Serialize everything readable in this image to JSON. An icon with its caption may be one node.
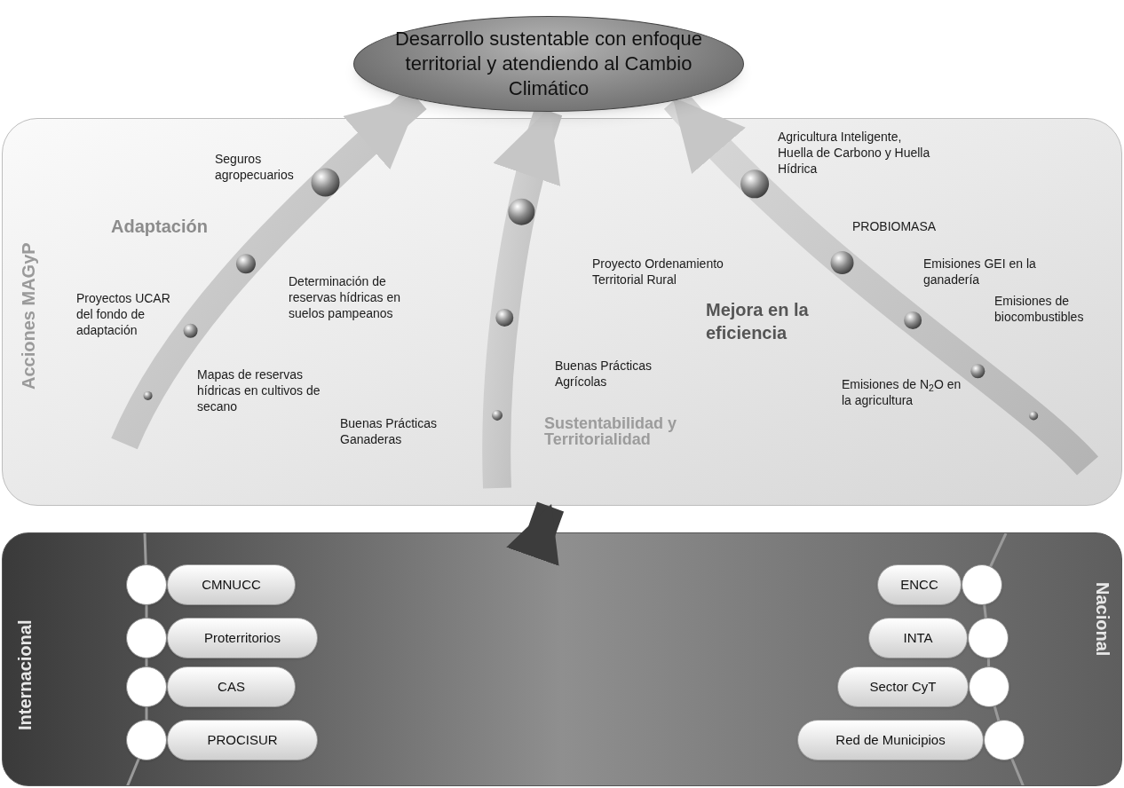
{
  "diagram": {
    "nodes": [
      {
        "text": [
          "Desarrollo sustentable con enfoque territorial y atendiendo al Cambio Climático"
        ]
      },
      {
        "text": [
          "Acciones MAGyP"
        ]
      },
      {
        "text": [
          "Internacional",
          "Nacional"
        ]
      },
      {
        "text": [
          "CMNUCC"
        ],
        "in": 2
      },
      {
        "text": [
          "Proterritorios"
        ],
        "in": 2
      },
      {
        "text": [
          "CAS"
        ],
        "in": 2
      },
      {
        "text": [
          "PROCISUR"
        ],
        "in": 2
      },
      {
        "text": [
          "ENCC"
        ],
        "in": 2
      },
      {
        "text": [
          "INTA"
        ],
        "in": 2
      },
      {
        "text": [
          "Sector CyT"
        ],
        "in": 2
      },
      {
        "text": [
          "Red de Municipios"
        ],
        "in": 2
      }
    ],
    "edges": [
      {
        "from": 1,
        "to": 0,
        "arrow": "to"
      },
      {
        "from": 1,
        "to": 0,
        "arrow": "to"
      },
      {
        "from": 1,
        "to": 0,
        "arrow": "to"
      },
      {
        "from": 2,
        "to": 1,
        "arrow": "to",
        "color": "#3c3c3c"
      }
    ],
    "labels": [
      "Agricultura Inteligente, Huella de Carbono y Huella Hídrica",
      "Seguros agropecuarios",
      "PROBIOMASA",
      "Adaptación",
      "Emisiones GEI en la ganadería",
      "Proyecto Ordenamiento Territorial Rural",
      "Determinación de reservas hídricas en suelos pampeanos",
      "Proyectos UCAR del fondo de adaptación",
      "Emisiones de biocombustibles",
      "Mejora en la eficiencia",
      "Mapas de reservas hídricas en cultivos de secano",
      "Buenas Prácticas Agrícolas",
      "Emisiones de N$_{2}$O en la agricultura",
      "Buenas Prácticas Ganaderas",
      "Sustentabilidad y Territorialidad"
    ]
  }
}
